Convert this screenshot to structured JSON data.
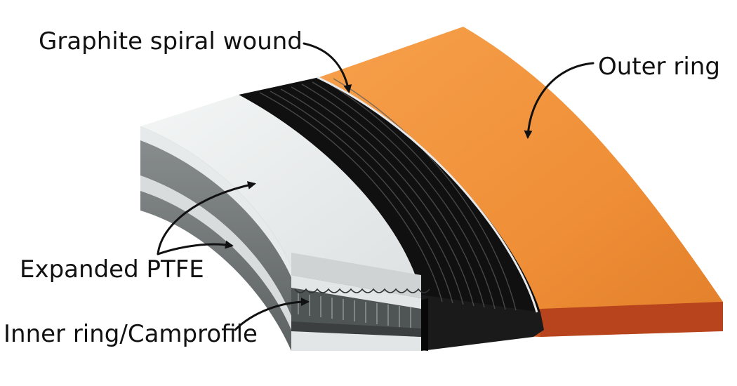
{
  "labels": {
    "graphite_spiral_wound": "Graphite spiral wound",
    "outer_ring": "Outer ring",
    "expanded_ptfe": "Expanded PTFE",
    "inner_ring_camprofile": "Inner ring/Camprofile"
  },
  "colors": {
    "outer_ring_top": "#f0933d",
    "outer_ring_side": "#b7441c",
    "graphite": "#101010",
    "ptfe": "#eef0f0",
    "inner_ring": "#6f7475"
  }
}
